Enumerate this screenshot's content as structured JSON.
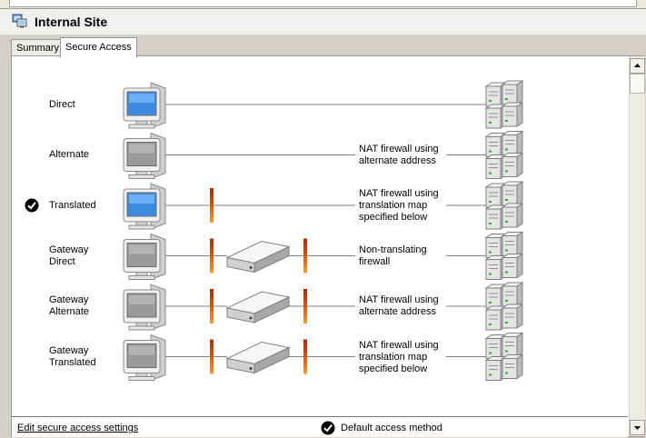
{
  "site": {
    "title": "Internal Site"
  },
  "tabs": [
    {
      "label": "Summary",
      "active": false
    },
    {
      "label": "Secure Access",
      "active": true
    }
  ],
  "access_methods": [
    {
      "label": "Direct",
      "selected": false,
      "pc": "monitor-on",
      "firewall": "none",
      "note": ""
    },
    {
      "label": "Alternate",
      "selected": false,
      "pc": "monitor-off",
      "firewall": "none",
      "note": "NAT firewall using\nalternate address"
    },
    {
      "label": "Translated",
      "selected": true,
      "pc": "monitor-on",
      "firewall": "single",
      "note": "NAT firewall using\ntranslation map\nspecified below"
    },
    {
      "label": "Gateway\nDirect",
      "selected": false,
      "pc": "monitor-off",
      "firewall": "gateway",
      "note": "Non-translating\nfirewall"
    },
    {
      "label": "Gateway\nAlternate",
      "selected": false,
      "pc": "monitor-off",
      "firewall": "gateway",
      "note": "NAT firewall using\nalternate address"
    },
    {
      "label": "Gateway\nTranslated",
      "selected": false,
      "pc": "monitor-off",
      "firewall": "gateway",
      "note": "NAT firewall using\ntranslation map\nspecified below"
    }
  ],
  "footer": {
    "edit_link": "Edit secure access settings",
    "legend_text": "Default access method"
  },
  "icons": {
    "site": "site-icon",
    "check": "check-circle-icon",
    "computer": "computer-icon",
    "server": "server-cluster-icon",
    "gateway": "gateway-router-icon",
    "firewall": "firewall-icon"
  }
}
